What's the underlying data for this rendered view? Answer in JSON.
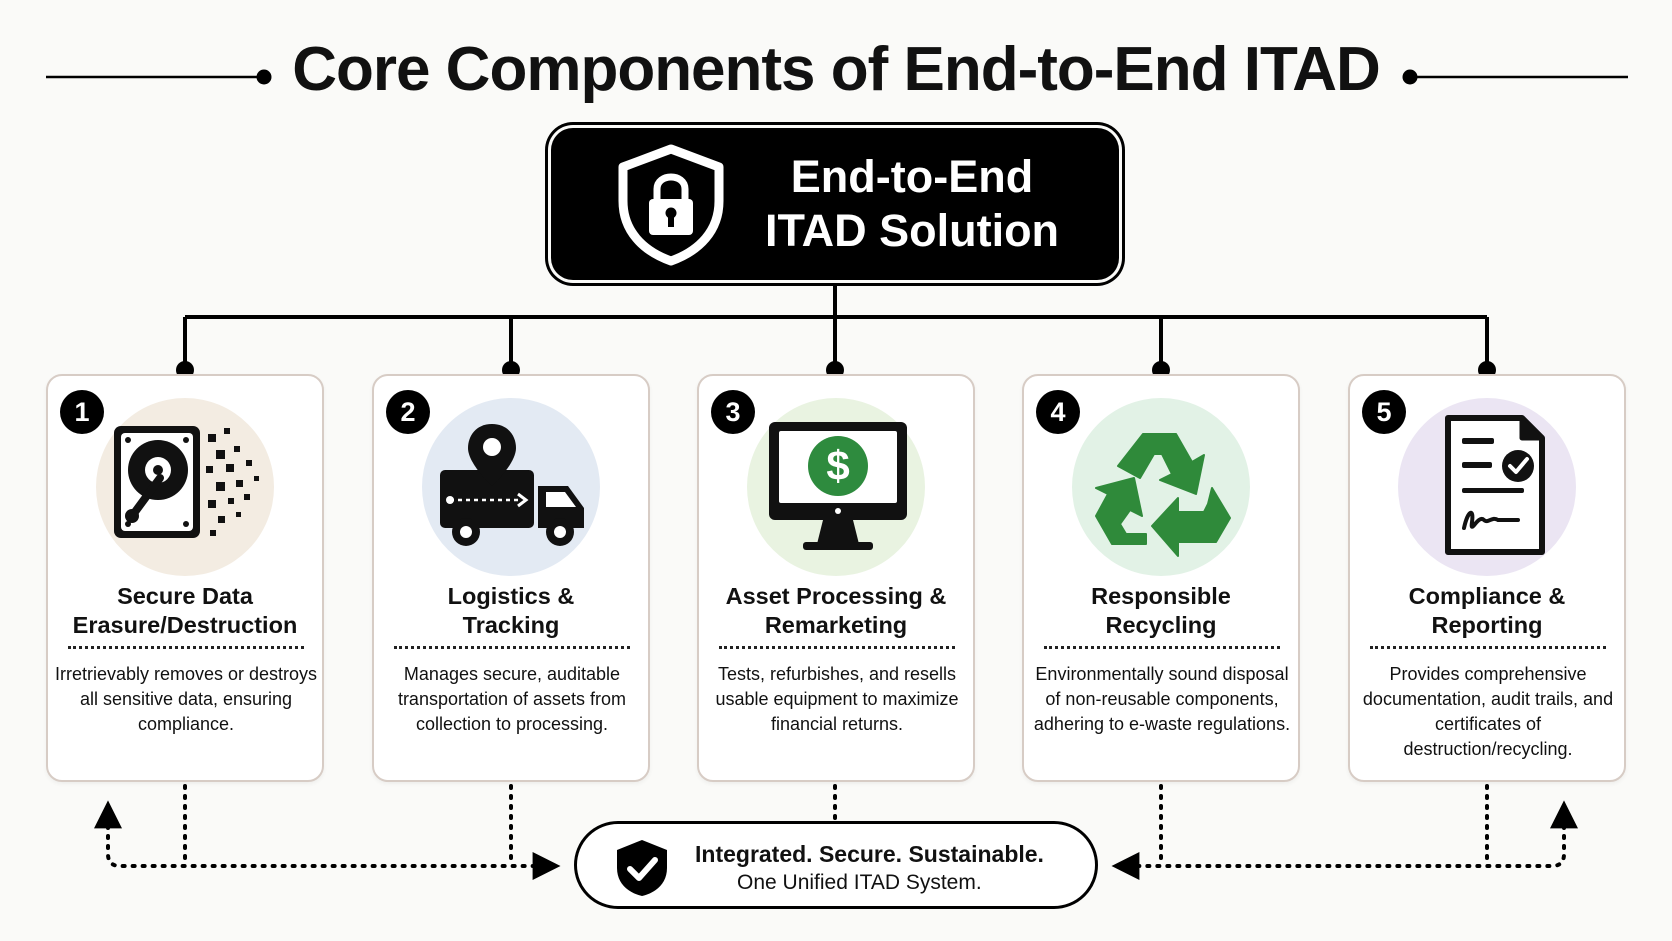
{
  "title": "Core Components of End-to-End ITAD",
  "hub": {
    "title_line1": "End-to-End",
    "title_line2": "ITAD Solution",
    "icon": "shield-lock-icon"
  },
  "components": [
    {
      "number": "1",
      "title_line1": "Secure Data",
      "title_line2": "Erasure/Destruction",
      "description": "Irretrievably removes or destroys all sensitive data, ensuring compliance.",
      "icon": "hard-drive-shred-icon",
      "circle_color": "#f3ece2"
    },
    {
      "number": "2",
      "title_line1": "Logistics &",
      "title_line2": "Tracking",
      "description": "Manages secure, auditable transportation of assets from collection to processing.",
      "icon": "truck-location-icon",
      "circle_color": "#e3eaf3"
    },
    {
      "number": "3",
      "title_line1": "Asset Processing &",
      "title_line2": "Remarketing",
      "description": "Tests, refurbishes, and resells usable equipment to maximize financial returns.",
      "icon": "monitor-dollar-icon",
      "circle_color": "#e9f3e1"
    },
    {
      "number": "4",
      "title_line1": "Responsible",
      "title_line2": "Recycling",
      "description": "Environmentally sound disposal of non-reusable components, adhering to e-waste regulations.",
      "icon": "recycle-icon",
      "circle_color": "#e2f2e6"
    },
    {
      "number": "5",
      "title_line1": "Compliance &",
      "title_line2": "Reporting",
      "description": "Provides comprehensive documentation, audit trails, and certificates of destruction/recycling.",
      "icon": "document-check-icon",
      "circle_color": "#ebe5f3"
    }
  ],
  "footer": {
    "line1": "Integrated. Secure. Sustainable.",
    "line2": "One Unified ITAD System.",
    "icon": "shield-check-icon"
  },
  "colors": {
    "dark": "#000000",
    "card_border": "#d7ccc5",
    "recycle_green": "#2f8a3a",
    "dollar_green": "#2e8b3e"
  }
}
